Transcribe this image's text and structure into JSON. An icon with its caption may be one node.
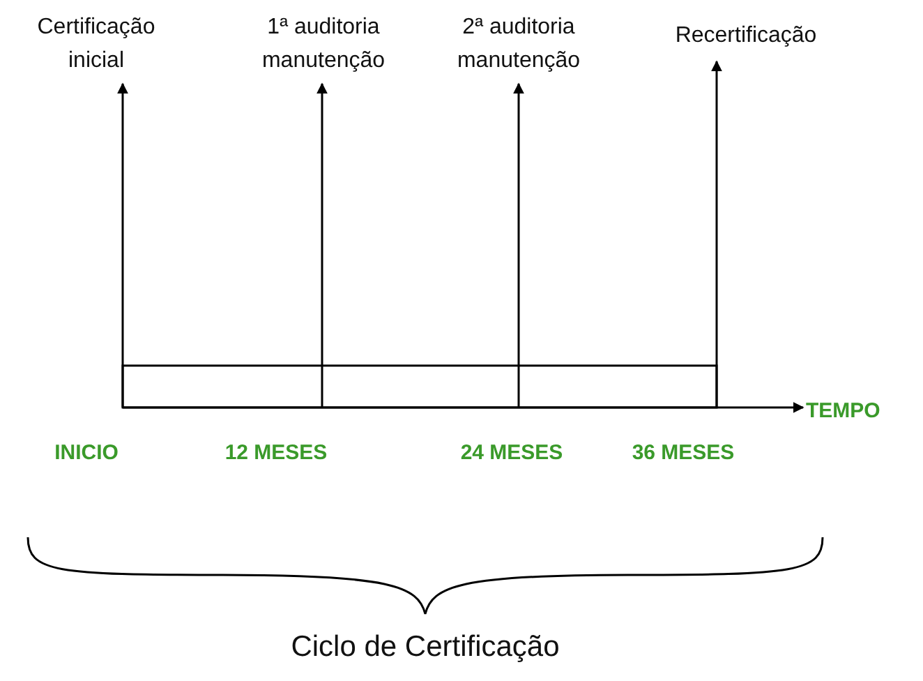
{
  "diagram": {
    "caption": "Ciclo de Certificação",
    "nodes": [
      {
        "text": [
          "Certificação inicial"
        ]
      },
      {
        "text": [
          "1ª auditoria manutenção"
        ]
      },
      {
        "text": [
          "2ª auditoria manutenção"
        ]
      },
      {
        "text": [
          "Recertificação"
        ]
      },
      {
        "text": [
          "TEMPO"
        ]
      }
    ],
    "edges": [
      {
        "from": null,
        "to": 0,
        "arrow": "to"
      },
      {
        "from": null,
        "to": 1,
        "arrow": "to"
      },
      {
        "from": null,
        "to": 2,
        "arrow": "to"
      },
      {
        "from": null,
        "to": 3,
        "arrow": "to"
      },
      {
        "from": null,
        "to": 4,
        "arrow": "to"
      }
    ],
    "labels": [
      "INICIO",
      "12 MESES",
      "24 MESES",
      "36 MESES"
    ]
  }
}
